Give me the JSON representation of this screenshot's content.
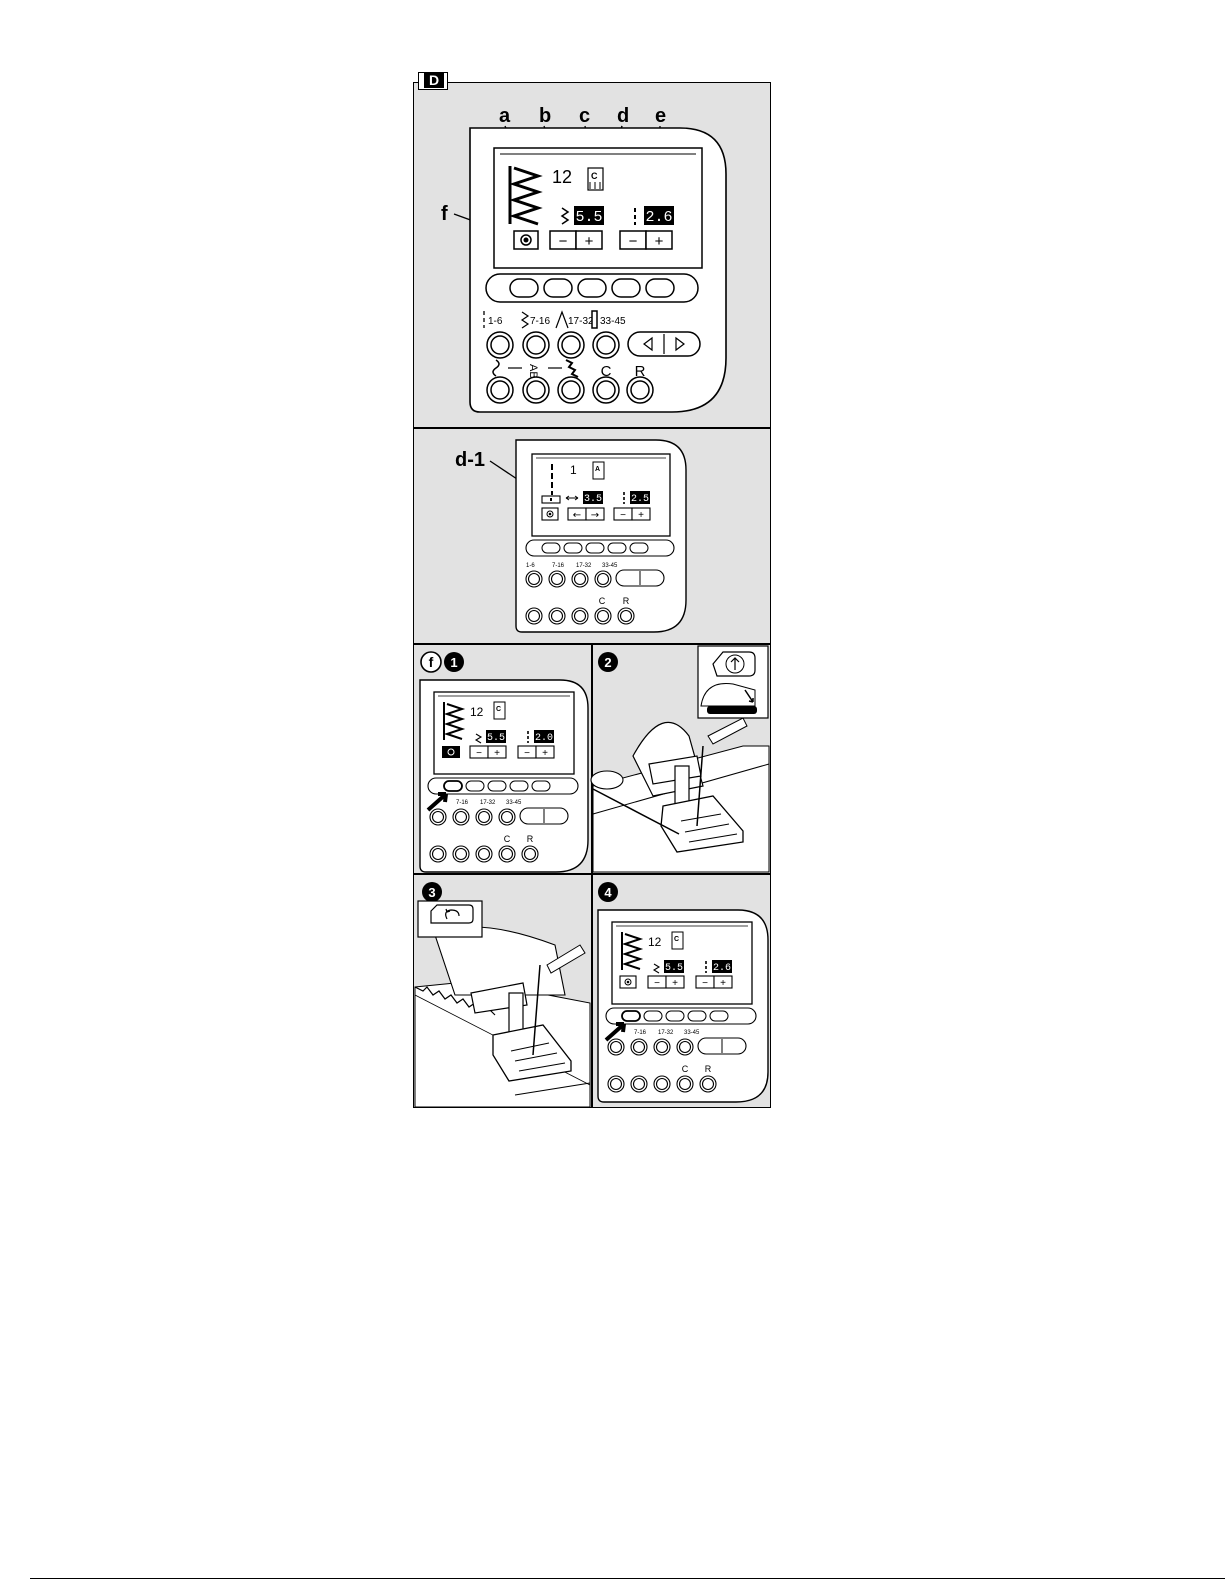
{
  "figure_letter": "D",
  "callouts": {
    "a": "a",
    "b": "b",
    "c": "c",
    "d": "d",
    "e": "e",
    "f": "f",
    "d1": "d-1"
  },
  "steps": {
    "s1": "1",
    "s2": "2",
    "s3": "3",
    "s4": "4"
  },
  "panel_main": {
    "pattern_no": "12",
    "foot": "C",
    "width": "5.5",
    "length": "2.6",
    "minus": "−",
    "plus": "+",
    "groups": [
      "1-6",
      "7-16",
      "17-32",
      "33-45"
    ],
    "abc": "ABC",
    "c_key": "C",
    "r_key": "R"
  },
  "panel_straight": {
    "pattern_no": "1",
    "foot": "A",
    "position": "3.5",
    "length": "2.5",
    "left_arrow": "←",
    "right_arrow": "→"
  },
  "panel_step1": {
    "pattern_no": "12",
    "foot": "C",
    "width": "5.5",
    "length": "2.0"
  },
  "panel_step4": {
    "pattern_no": "12",
    "foot": "C",
    "width": "5.5",
    "length": "2.6"
  }
}
